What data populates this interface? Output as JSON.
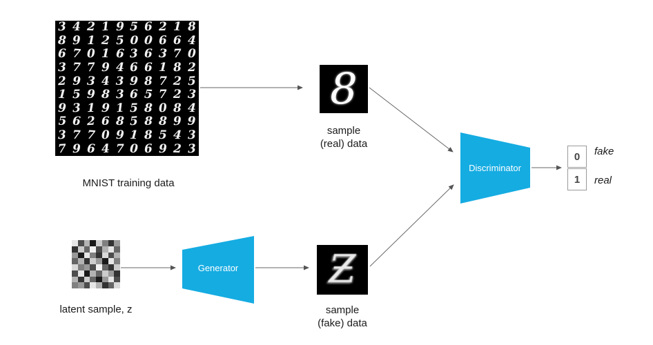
{
  "mnist": {
    "label": "MNIST training data",
    "digits": [
      [
        "3",
        "4",
        "2",
        "1",
        "9",
        "5",
        "6",
        "2",
        "1",
        "8"
      ],
      [
        "8",
        "9",
        "1",
        "2",
        "5",
        "0",
        "0",
        "6",
        "6",
        "4"
      ],
      [
        "6",
        "7",
        "0",
        "1",
        "6",
        "3",
        "6",
        "3",
        "7",
        "0"
      ],
      [
        "3",
        "7",
        "7",
        "9",
        "4",
        "6",
        "6",
        "1",
        "8",
        "2"
      ],
      [
        "2",
        "9",
        "3",
        "4",
        "3",
        "9",
        "8",
        "7",
        "2",
        "5"
      ],
      [
        "1",
        "5",
        "9",
        "8",
        "3",
        "6",
        "5",
        "7",
        "2",
        "3"
      ],
      [
        "9",
        "3",
        "1",
        "9",
        "1",
        "5",
        "8",
        "0",
        "8",
        "4"
      ],
      [
        "5",
        "6",
        "2",
        "6",
        "8",
        "5",
        "8",
        "8",
        "9",
        "9"
      ],
      [
        "3",
        "7",
        "7",
        "0",
        "9",
        "1",
        "8",
        "5",
        "4",
        "3"
      ],
      [
        "7",
        "9",
        "6",
        "4",
        "7",
        "0",
        "6",
        "9",
        "2",
        "3"
      ]
    ]
  },
  "real_sample": {
    "digit": "8",
    "label_line1": "sample",
    "label_line2": "(real) data"
  },
  "fake_sample": {
    "digit": "Ƶ",
    "label_line1": "sample",
    "label_line2": "(fake) data"
  },
  "latent": {
    "label": "latent sample, z",
    "pixels": [
      0.9,
      0.3,
      0.7,
      0.1,
      0.8,
      0.5,
      0.2,
      0.6,
      0.2,
      0.8,
      0.4,
      0.95,
      0.3,
      0.7,
      0.9,
      0.4,
      0.6,
      0.1,
      0.9,
      0.5,
      0.2,
      0.85,
      0.3,
      0.7,
      0.4,
      0.7,
      0.2,
      0.8,
      0.6,
      0.1,
      0.9,
      0.5,
      0.85,
      0.5,
      0.6,
      0.3,
      0.95,
      0.4,
      0.2,
      0.8,
      0.3,
      0.9,
      0.1,
      0.7,
      0.4,
      0.8,
      0.6,
      0.2,
      0.7,
      0.2,
      0.8,
      0.4,
      0.1,
      0.6,
      0.9,
      0.3,
      0.5,
      0.6,
      0.3,
      0.9,
      0.7,
      0.2,
      0.4,
      0.85
    ]
  },
  "networks": {
    "generator": "Generator",
    "discriminator": "Discriminator",
    "color": "#15ace2"
  },
  "output": {
    "zero_value": "0",
    "one_value": "1",
    "fake_label": "fake",
    "real_label": "real"
  }
}
